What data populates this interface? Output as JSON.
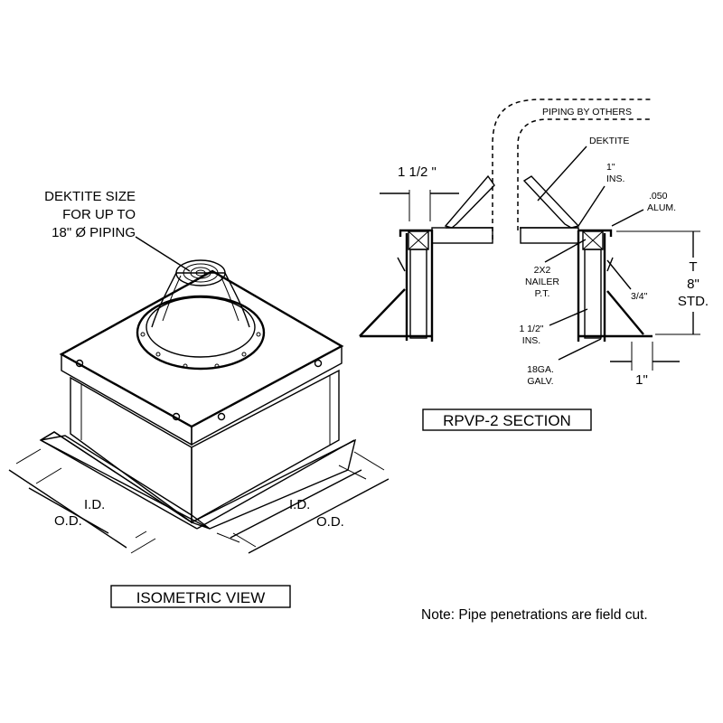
{
  "iso": {
    "dektite_label": [
      "DEKTITE SIZE",
      "FOR UP TO",
      "18\" Ø PIPING"
    ],
    "id_left": "I.D.",
    "od_left": "O.D.",
    "id_right": "I.D.",
    "od_right": "O.D.",
    "title": "ISOMETRIC VIEW"
  },
  "section": {
    "piping": "PIPING BY OTHERS",
    "dektite": "DEKTITE",
    "dim_left": "1 1/2 \"",
    "ins_1": [
      "1\"",
      "INS."
    ],
    "alum": [
      ".050",
      "ALUM."
    ],
    "nailer": [
      "2X2",
      "NAILER",
      "P.T."
    ],
    "t_label": [
      "T",
      "8\"",
      "STD."
    ],
    "three_quarter": "3/4\"",
    "ins_15": [
      "1 1/2\"",
      "INS."
    ],
    "galv": [
      "18GA.",
      "GALV."
    ],
    "dim_bottom": "1\"",
    "title": "RPVP-2 SECTION"
  },
  "note": "Note:  Pipe penetrations are field cut."
}
